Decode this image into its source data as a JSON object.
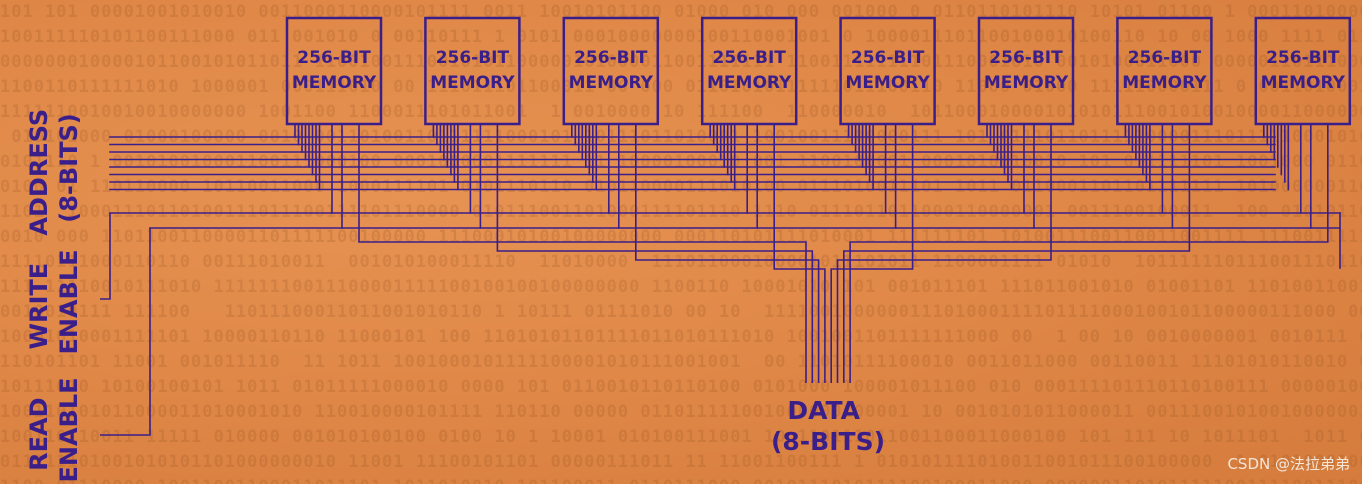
{
  "memory_blocks": [
    {
      "line1": "256-BIT",
      "line2": "MEMORY"
    },
    {
      "line1": "256-BIT",
      "line2": "MEMORY"
    },
    {
      "line1": "256-BIT",
      "line2": "MEMORY"
    },
    {
      "line1": "256-BIT",
      "line2": "MEMORY"
    },
    {
      "line1": "256-BIT",
      "line2": "MEMORY"
    },
    {
      "line1": "256-BIT",
      "line2": "MEMORY"
    },
    {
      "line1": "256-BIT",
      "line2": "MEMORY"
    },
    {
      "line1": "256-BIT",
      "line2": "MEMORY"
    }
  ],
  "labels": {
    "address": {
      "line1": "ADDRESS",
      "line2": "(8-BITS)"
    },
    "write_enable": {
      "line1": "WRITE",
      "line2": "ENABLE"
    },
    "read_enable": {
      "line1": "READ",
      "line2": "ENABLE"
    },
    "data": {
      "line1": "DATA",
      "line2": "(8-BITS)"
    }
  },
  "watermark": "CSDN @法拉弟弟",
  "colors": {
    "ink": "#3a1f8a",
    "background": "#e08a4a"
  }
}
